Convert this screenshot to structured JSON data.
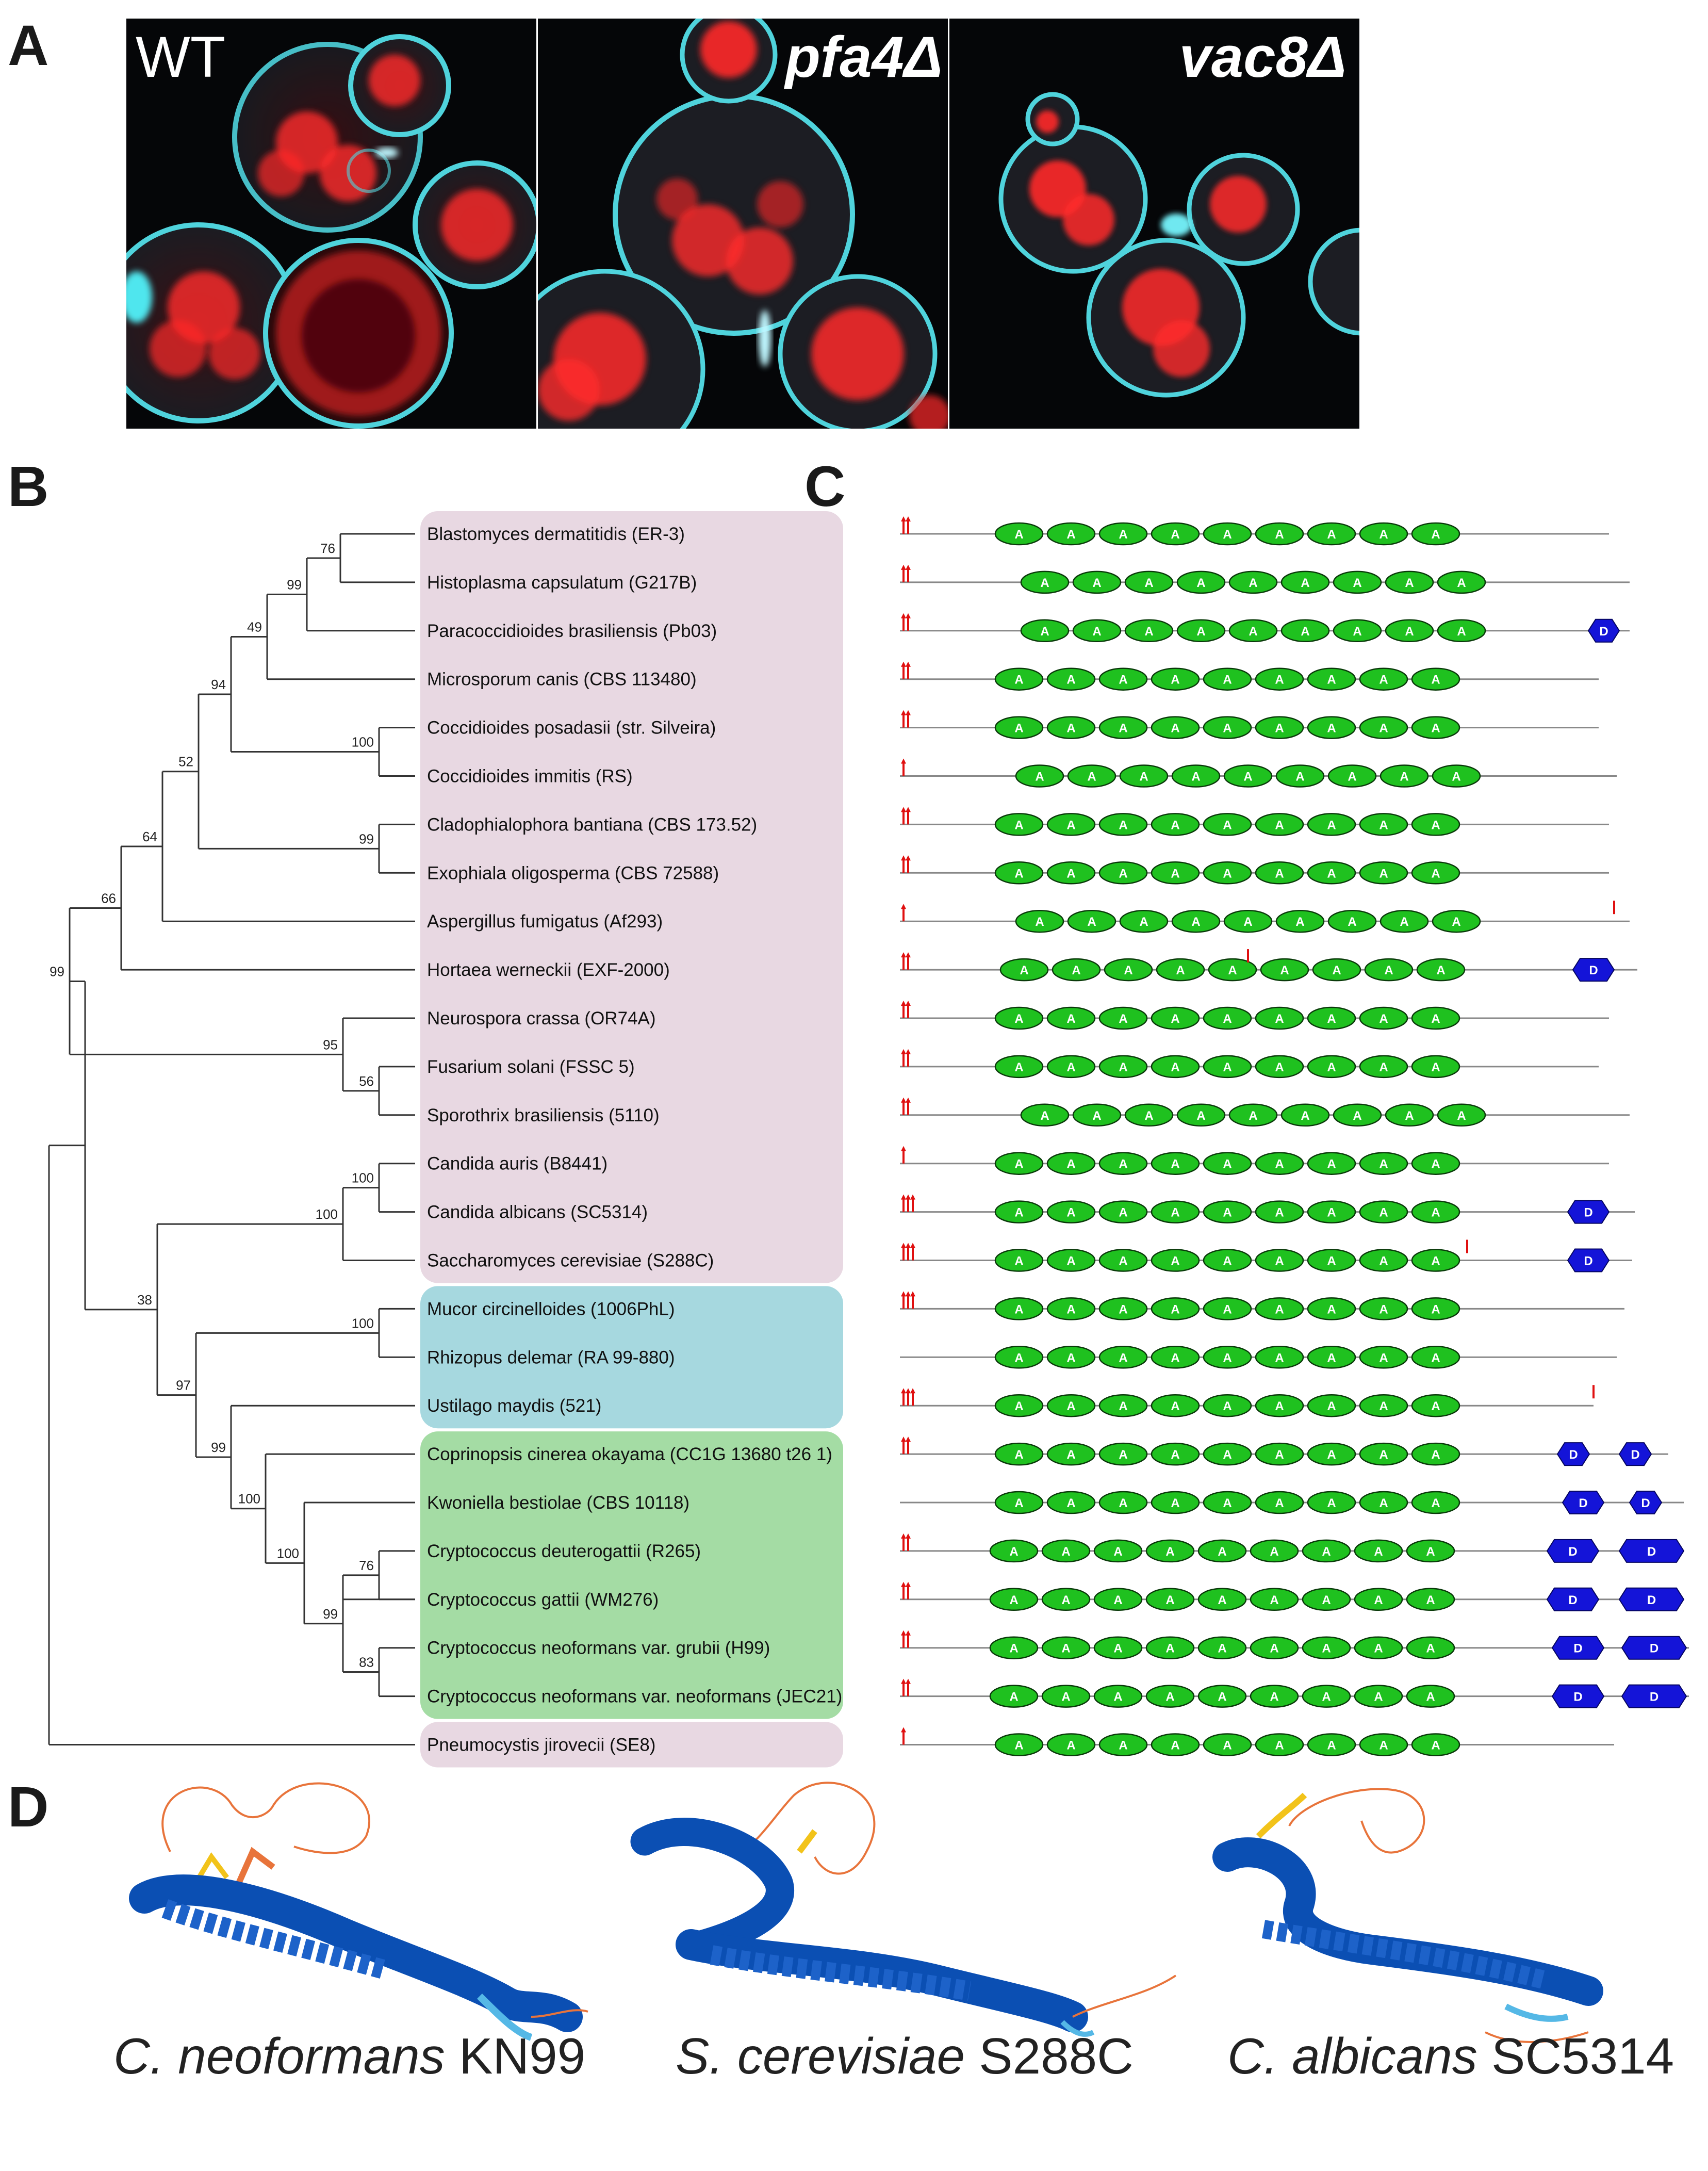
{
  "panels": {
    "A": "A",
    "B": "B",
    "C": "C",
    "D": "D"
  },
  "panel_a": {
    "images": [
      {
        "label": "WT",
        "italic": false
      },
      {
        "label": "pfa4Δ",
        "italic": true
      },
      {
        "label": "vac8Δ",
        "italic": true
      }
    ],
    "colors": {
      "membrane": "#4fd3dc",
      "vacuole": "#ff2a2a",
      "background": "#050608"
    }
  },
  "tree": {
    "taxa": [
      "Blastomyces dermatitidis (ER-3)",
      "Histoplasma capsulatum (G217B)",
      "Paracoccidioides brasiliensis (Pb03)",
      "Microsporum canis (CBS 113480)",
      "Coccidioides posadasii (str. Silveira)",
      "Coccidioides immitis (RS)",
      "Cladophialophora bantiana (CBS 173.52)",
      "Exophiala oligosperma (CBS 72588)",
      "Aspergillus fumigatus (Af293)",
      "Hortaea werneckii (EXF-2000)",
      "Neurospora crassa (OR74A)",
      "Fusarium solani (FSSC 5)",
      "Sporothrix brasiliensis (5110)",
      "Candida auris (B8441)",
      "Candida albicans (SC5314)",
      "Saccharomyces cerevisiae (S288C)",
      "Mucor circinelloides (1006PhL)",
      "Rhizopus delemar (RA 99-880)",
      "Ustilago maydis (521)",
      "Coprinopsis cinerea okayama (CC1G 13680 t26 1)",
      "Kwoniella bestiolae (CBS 10118)",
      "Cryptococcus deuterogattii (R265)",
      "Cryptococcus gattii (WM276)",
      "Cryptococcus neoformans var. grubii (H99)",
      "Cryptococcus neoformans var. neoformans (JEC21)",
      "Pneumocystis jirovecii (SE8)"
    ],
    "bootstrap": [
      "76",
      "99",
      "49",
      "94",
      "100",
      "52",
      "99",
      "64",
      "66",
      "99",
      "95",
      "56",
      "100",
      "100",
      "100",
      "38",
      "97",
      "99",
      "100",
      "100",
      "76",
      "99",
      "83"
    ],
    "group_colors": {
      "ascomycota": "#e8d8e2",
      "mucor_group": "#a6d8df",
      "basidio": "#a4dca4"
    }
  },
  "architecture": {
    "repeat_label": "A",
    "domain_label": "D",
    "colors": {
      "repeat": "#1fc11f",
      "domain": "#1414d8",
      "mark": "#e01010",
      "line": "#888888"
    }
  },
  "structures": {
    "captions": [
      {
        "species": "C. neoformans",
        "strain": "KN99"
      },
      {
        "species": "S. cerevisiae",
        "strain": "S288C"
      },
      {
        "species": "C. albicans",
        "strain": "SC5314"
      }
    ],
    "colors": {
      "ordered": "#0b4fb3",
      "confident": "#55b8e6",
      "low": "#f2c31a",
      "disordered": "#e8743b"
    }
  }
}
